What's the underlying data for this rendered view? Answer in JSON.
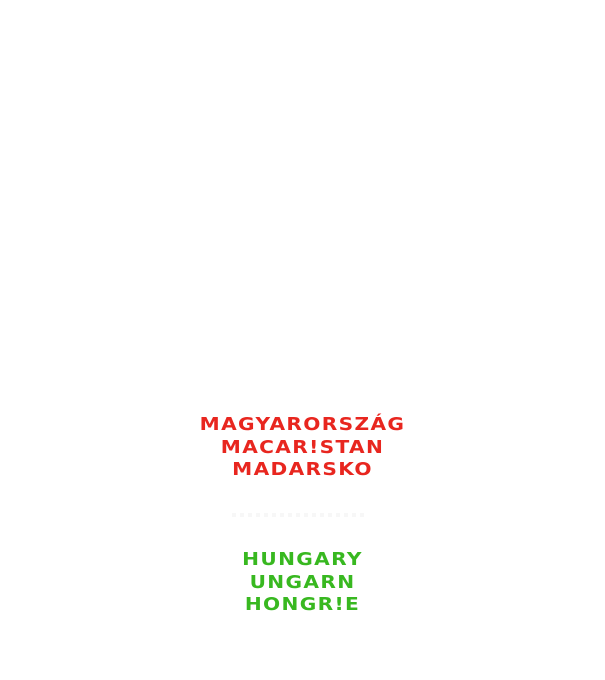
{
  "colors": {
    "background": "#ffffff",
    "red_text": "#e8261f",
    "green_text": "#38b820"
  },
  "red_names": [
    "MAGYARORSZÁG",
    "MACAR!STAN",
    "MADARSKO"
  ],
  "green_names": [
    "HUNGARY",
    "UNGARN",
    "HONGR!E"
  ]
}
